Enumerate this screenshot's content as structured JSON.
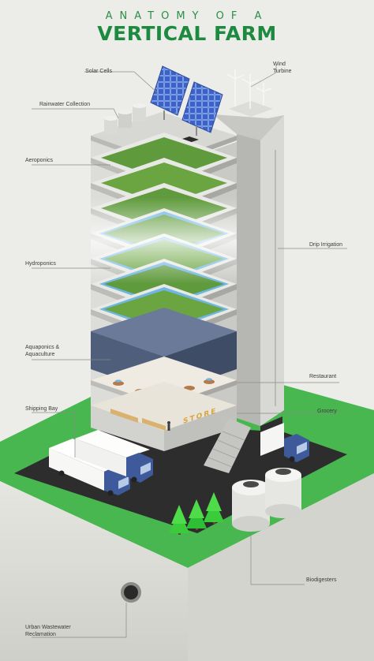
{
  "header": {
    "kicker": "ANATOMY OF A",
    "title": "VERTICAL FARM"
  },
  "labels": {
    "solar_cells": "Solar Cells",
    "wind_turbine": [
      "Wind",
      "Turbine"
    ],
    "rainwater_collection": "Rainwater Collection",
    "aeroponics": "Aeroponics",
    "drip_irrigation": "Drip Irrigation",
    "hydroponics": "Hydroponics",
    "aquaponics": [
      "Aquaponics &",
      "Aquaculture"
    ],
    "restaurant": "Restaurant",
    "shipping_bay": "Shipping Bay",
    "grocery": "Grocery",
    "biodigesters": "Biodigesters",
    "urban_wastewater": [
      "Urban Wastewater",
      "Reclamation"
    ]
  },
  "store_sign": "STORE",
  "colors": {
    "background": "#ecece8",
    "title_green": "#1c8a3f",
    "grass": "#46b94e",
    "plants": "#5f9a3c",
    "building": "#d3d3cf",
    "aquaculture": "#4f5e7b",
    "solar": "#3a62c8",
    "truck_cab": "#3e5a9a"
  }
}
